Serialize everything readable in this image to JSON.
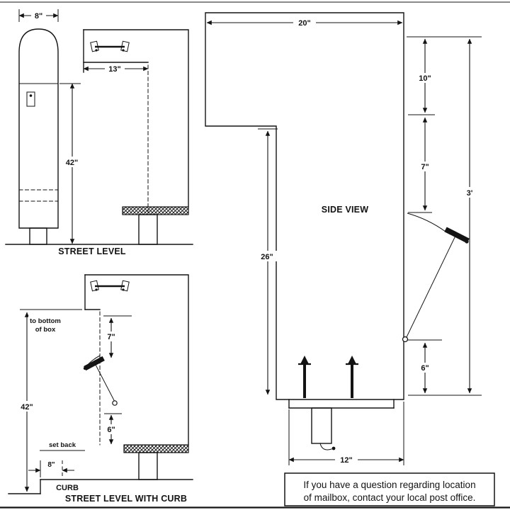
{
  "front_view": {
    "dim_width": "8\"",
    "dim_height": "42\"",
    "caption": "STREET LEVEL"
  },
  "arm_view": {
    "dim_arm": "13\""
  },
  "side_view": {
    "title": "SIDE VIEW",
    "dim_top_width": "20\"",
    "dim_upper": "10\"",
    "dim_mid": "7\"",
    "dim_overall_height": "3'",
    "dim_post_height": "26\"",
    "dim_lower": "6\"",
    "dim_base_width": "12\""
  },
  "curb_view": {
    "ref_line1": "to bottom",
    "ref_line2": "of box",
    "dim_height": "42\"",
    "setback_label": "set back",
    "dim_setback": "8\"",
    "curb_label": "CURB",
    "dim_upper": "7\"",
    "dim_lower": "6\"",
    "caption": "STREET LEVEL WITH CURB"
  },
  "note_box": {
    "line1": "If you have a question regarding location",
    "line2": "of mailbox, contact your local post office."
  }
}
